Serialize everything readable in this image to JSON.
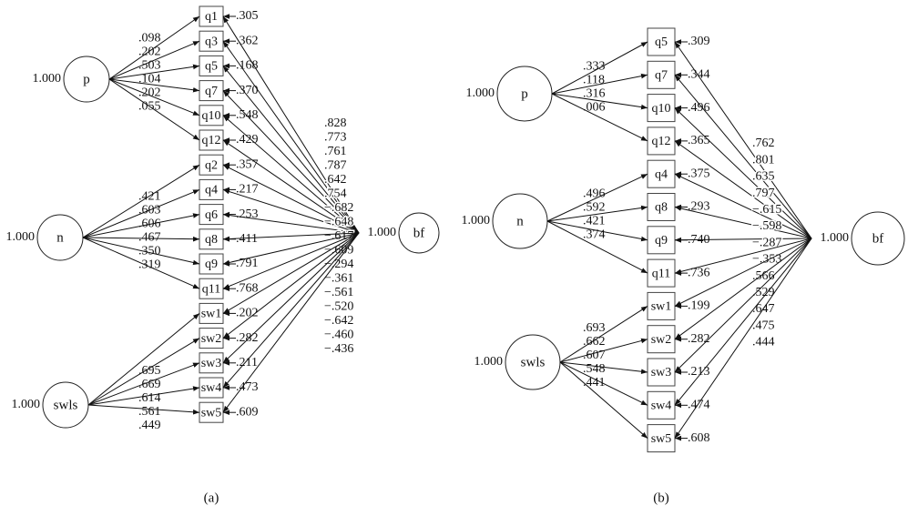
{
  "diagrams": [
    {
      "id": "a",
      "caption": "(a)",
      "general_factor": {
        "name": "bf",
        "variance": "1.000"
      },
      "factors": [
        {
          "name": "p",
          "variance": "1.000",
          "items": [
            {
              "name": "q1",
              "loading": ".098",
              "residual": ".305",
              "bf_loading": ".828"
            },
            {
              "name": "q3",
              "loading": ".202",
              "residual": ".362",
              "bf_loading": ".773"
            },
            {
              "name": "q5",
              "loading": ".503",
              "residual": ".168",
              "bf_loading": ".761"
            },
            {
              "name": "q7",
              "loading": ".104",
              "residual": ".370",
              "bf_loading": ".787"
            },
            {
              "name": "q10",
              "loading": ".202",
              "residual": ".548",
              "bf_loading": ".642"
            },
            {
              "name": "q12",
              "loading": ".055",
              "residual": ".429",
              "bf_loading": ".754"
            }
          ]
        },
        {
          "name": "n",
          "variance": "1.000",
          "items": [
            {
              "name": "q2",
              "loading": ".421",
              "residual": ".357",
              "bf_loading": "−.682"
            },
            {
              "name": "q4",
              "loading": ".603",
              "residual": ".217",
              "bf_loading": "−.648"
            },
            {
              "name": "q6",
              "loading": ".606",
              "residual": ".253",
              "bf_loading": "−.617"
            },
            {
              "name": "q8",
              "loading": ".467",
              "residual": ".411",
              "bf_loading": "−.609"
            },
            {
              "name": "q9",
              "loading": ".350",
              "residual": ".791",
              "bf_loading": "−.294"
            },
            {
              "name": "q11",
              "loading": ".319",
              "residual": ".768",
              "bf_loading": "−.361"
            }
          ]
        },
        {
          "name": "swls",
          "variance": "1.000",
          "items": [
            {
              "name": "sw1",
              "loading": ".695",
              "residual": ".202",
              "bf_loading": "−.561"
            },
            {
              "name": "sw2",
              "loading": ".669",
              "residual": ".282",
              "bf_loading": "−.520"
            },
            {
              "name": "sw3",
              "loading": ".614",
              "residual": ".211",
              "bf_loading": "−.642"
            },
            {
              "name": "sw4",
              "loading": ".561",
              "residual": ".473",
              "bf_loading": "−.460"
            },
            {
              "name": "sw5",
              "loading": ".449",
              "residual": ".609",
              "bf_loading": "−.436"
            }
          ]
        }
      ]
    },
    {
      "id": "b",
      "caption": "(b)",
      "general_factor": {
        "name": "bf",
        "variance": "1.000"
      },
      "factors": [
        {
          "name": "p",
          "variance": "1.000",
          "items": [
            {
              "name": "q5",
              "loading": ".333",
              "residual": ".309",
              "bf_loading": ".762"
            },
            {
              "name": "q7",
              "loading": ".118",
              "residual": ".344",
              "bf_loading": ".801"
            },
            {
              "name": "q10",
              "loading": ".316",
              "residual": ".496",
              "bf_loading": ".635"
            },
            {
              "name": "q12",
              "loading": ".006",
              "residual": ".365",
              "bf_loading": ".797"
            }
          ]
        },
        {
          "name": "n",
          "variance": "1.000",
          "items": [
            {
              "name": "q4",
              "loading": ".496",
              "residual": ".375",
              "bf_loading": "−.615"
            },
            {
              "name": "q8",
              "loading": ".592",
              "residual": ".293",
              "bf_loading": "−.598"
            },
            {
              "name": "q9",
              "loading": ".421",
              "residual": ".740",
              "bf_loading": "−.287"
            },
            {
              "name": "q11",
              "loading": ".374",
              "residual": ".736",
              "bf_loading": "−.353"
            }
          ]
        },
        {
          "name": "swls",
          "variance": "1.000",
          "items": [
            {
              "name": "sw1",
              "loading": ".693",
              "residual": ".199",
              "bf_loading": ".566"
            },
            {
              "name": "sw2",
              "loading": ".662",
              "residual": ".282",
              "bf_loading": ".529"
            },
            {
              "name": "sw3",
              "loading": ".607",
              "residual": ".213",
              "bf_loading": ".647"
            },
            {
              "name": "sw4",
              "loading": ".548",
              "residual": ".474",
              "bf_loading": ".475"
            },
            {
              "name": "sw5",
              "loading": ".441",
              "residual": ".608",
              "bf_loading": ".444"
            }
          ]
        }
      ]
    }
  ]
}
